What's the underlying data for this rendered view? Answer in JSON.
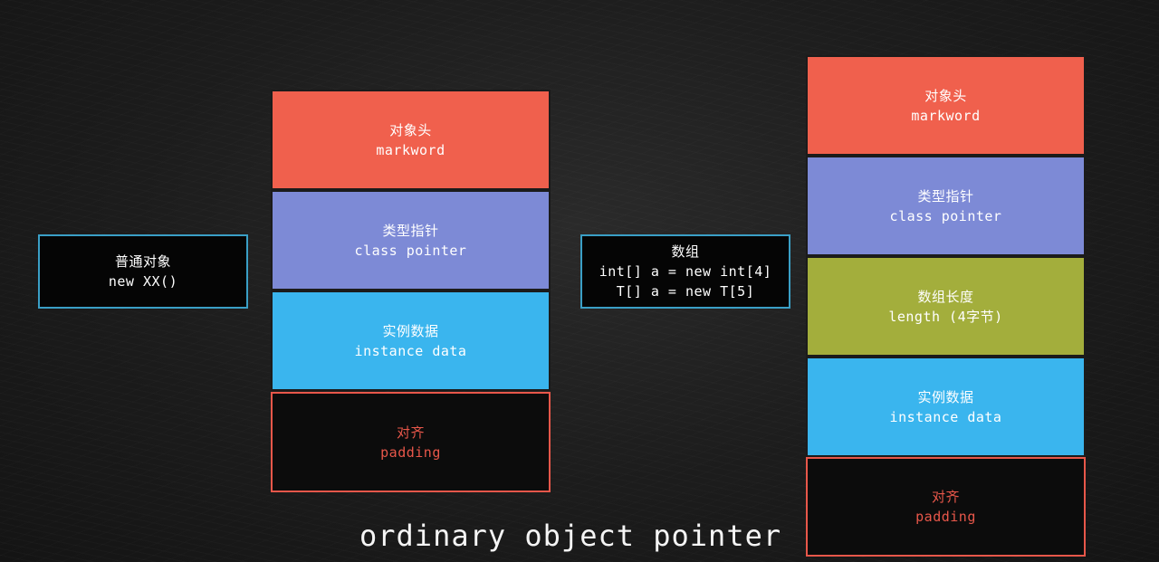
{
  "colors": {
    "header": "#f0604d",
    "class_pointer": "#7d8ad6",
    "length": "#a3ae3c",
    "instance_data": "#3ab5ee",
    "padding_border": "#e8574a",
    "label_border": "#3a9fc6"
  },
  "ordinary": {
    "label": {
      "line1": "普通对象",
      "line2": "new XX()"
    },
    "header": {
      "cn": "对象头",
      "en": "markword"
    },
    "class_pointer": {
      "cn": "类型指针",
      "en": "class pointer"
    },
    "instance_data": {
      "cn": "实例数据",
      "en": "instance data"
    },
    "padding": {
      "cn": "对齐",
      "en": "padding"
    }
  },
  "array": {
    "label": {
      "line1": "数组",
      "line2": "int[] a = new int[4]",
      "line3": "T[] a = new T[5]"
    },
    "header": {
      "cn": "对象头",
      "en": "markword"
    },
    "class_pointer": {
      "cn": "类型指针",
      "en": "class pointer"
    },
    "length": {
      "cn": "数组长度",
      "en": "length (4字节)"
    },
    "instance_data": {
      "cn": "实例数据",
      "en": "instance data"
    },
    "padding": {
      "cn": "对齐",
      "en": "padding"
    }
  },
  "caption": "ordinary object pointer"
}
